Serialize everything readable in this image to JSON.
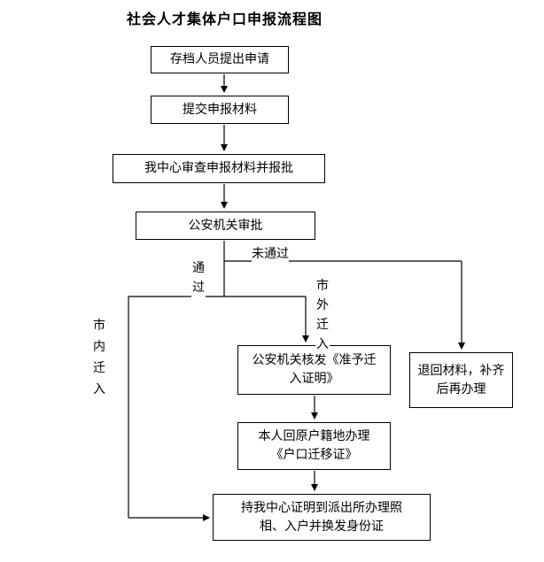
{
  "title": "社会人才集体户口申报流程图",
  "nodes": {
    "apply": "存档人员提出申请",
    "submit": "提交申报材料",
    "review": "我中心审查申报材料并报批",
    "approve": "公安机关审批",
    "permit": "公安机关核发《准予迁入证明》",
    "transfer": "本人回原户籍地办理《户口迁移证》",
    "final": "持我中心证明到派出所办理照相、入户并换发身份证",
    "return": "退回材料，补齐后再办理"
  },
  "edge_labels": {
    "fail": "未通过",
    "pass": "通过",
    "out_city": "市外迁入",
    "in_city": "市内迁入"
  },
  "colors": {
    "line": "#000000",
    "box_border": "#000000",
    "background": "#ffffff",
    "text": "#000000"
  }
}
